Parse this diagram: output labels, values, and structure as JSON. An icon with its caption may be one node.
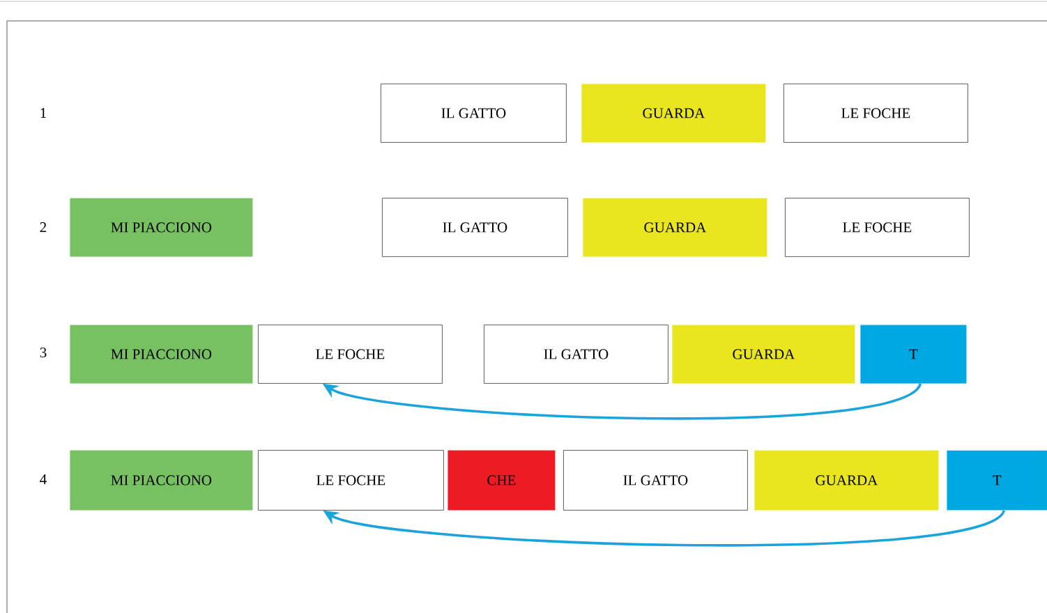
{
  "diagram": {
    "nodes": [
      {
        "text": [
          "IL GATTO"
        ]
      },
      {
        "text": [
          "GUARDA"
        ]
      },
      {
        "text": [
          "LE FOCHE"
        ]
      },
      {
        "text": [
          "MI PIACCIONO"
        ]
      },
      {
        "text": [
          "IL GATTO"
        ]
      },
      {
        "text": [
          "GUARDA"
        ]
      },
      {
        "text": [
          "LE FOCHE"
        ]
      },
      {
        "text": [
          "MI PIACCIONO"
        ]
      },
      {
        "text": [
          "LE FOCHE"
        ]
      },
      {
        "text": [
          "IL GATTO"
        ]
      },
      {
        "text": [
          "GUARDA"
        ]
      },
      {
        "text": [
          "T"
        ]
      },
      {
        "text": [
          "MI PIACCIONO"
        ]
      },
      {
        "text": [
          "LE FOCHE"
        ]
      },
      {
        "text": [
          "CHE"
        ]
      },
      {
        "text": [
          "IL GATTO"
        ]
      },
      {
        "text": [
          "GUARDA"
        ]
      },
      {
        "text": [
          "T"
        ]
      }
    ],
    "edges": [
      {
        "from": 11,
        "to": 8,
        "arrow": "to",
        "color": "#1ba3dc"
      },
      {
        "from": 17,
        "to": 13,
        "arrow": "to",
        "color": "#1ba3dc"
      }
    ],
    "labels": [
      "1",
      "2",
      "3",
      "4"
    ]
  }
}
